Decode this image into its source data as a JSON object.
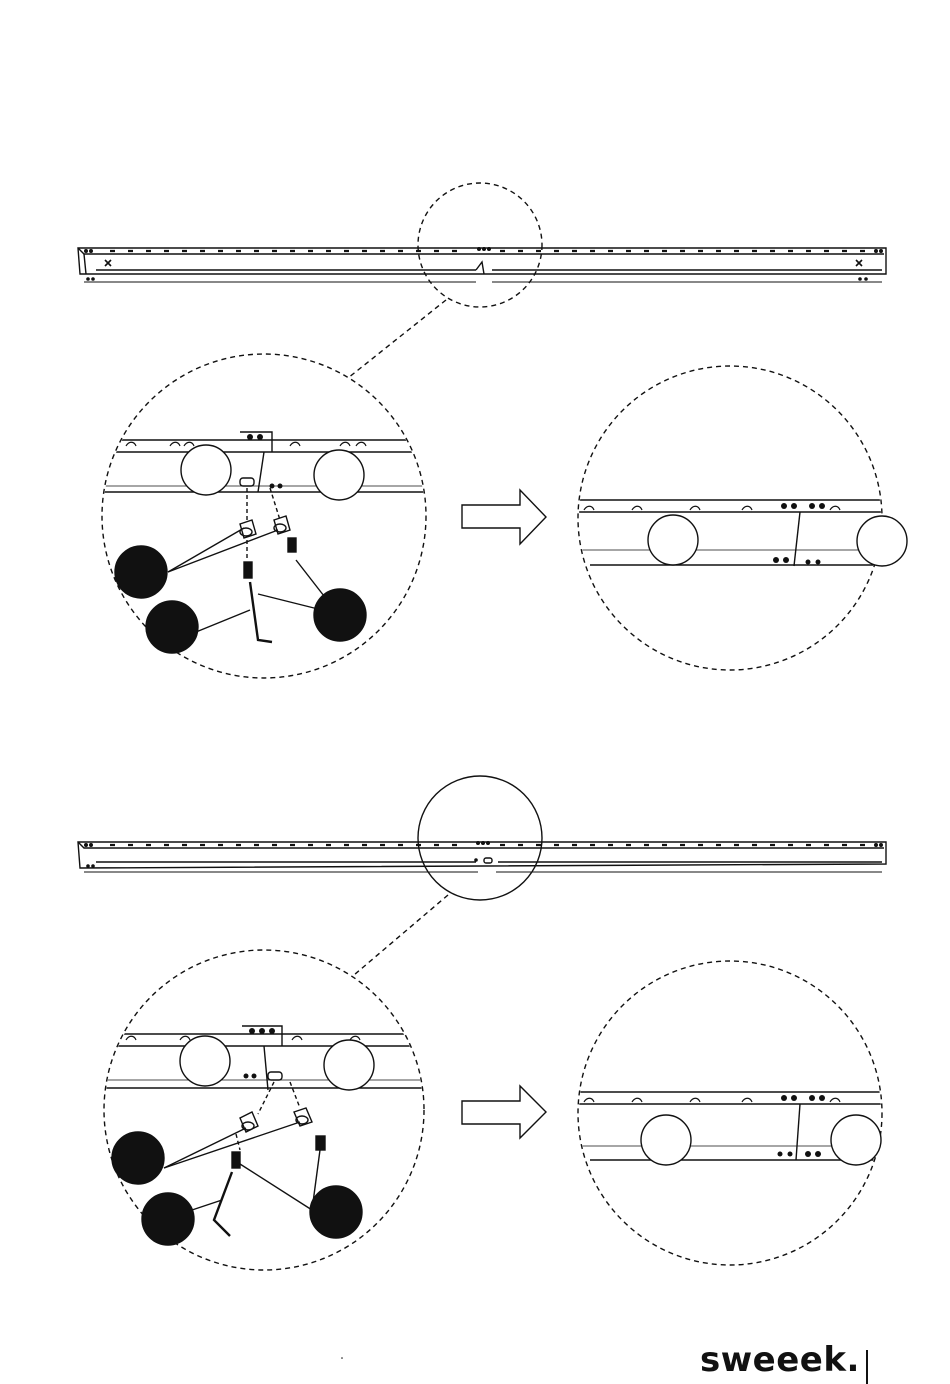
{
  "brand": {
    "logo_text": "sweeek.",
    "color": "#111111"
  },
  "colors": {
    "ink": "#111111",
    "paper": "#ffffff",
    "callout_fill": "#111111"
  },
  "steps": [
    {
      "name": "step-1",
      "labels": []
    },
    {
      "name": "step-2",
      "labels": []
    }
  ]
}
